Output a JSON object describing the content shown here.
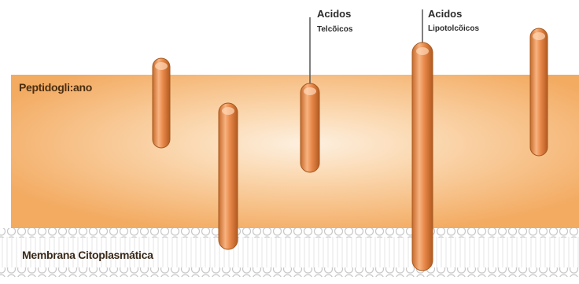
{
  "labels": {
    "peptidoglycan": "Peptidogli:ano",
    "membrane": "Membrana Citoplasmática",
    "teichoic_line1": "Acidos",
    "teichoic_line2": "Telcõicos",
    "lipoteichoic_line1": "Acidos",
    "lipoteichoic_line2": "Lipotolcõicos"
  },
  "colors": {
    "peptidoglycan_edge": "#f2a95c",
    "peptidoglycan_center": "#fde9d2",
    "rod_fill": "#e8884a",
    "rod_highlight": "#ffd1a8",
    "rod_edge": "#b86424",
    "membrane_circle": "#d2d2d2"
  }
}
